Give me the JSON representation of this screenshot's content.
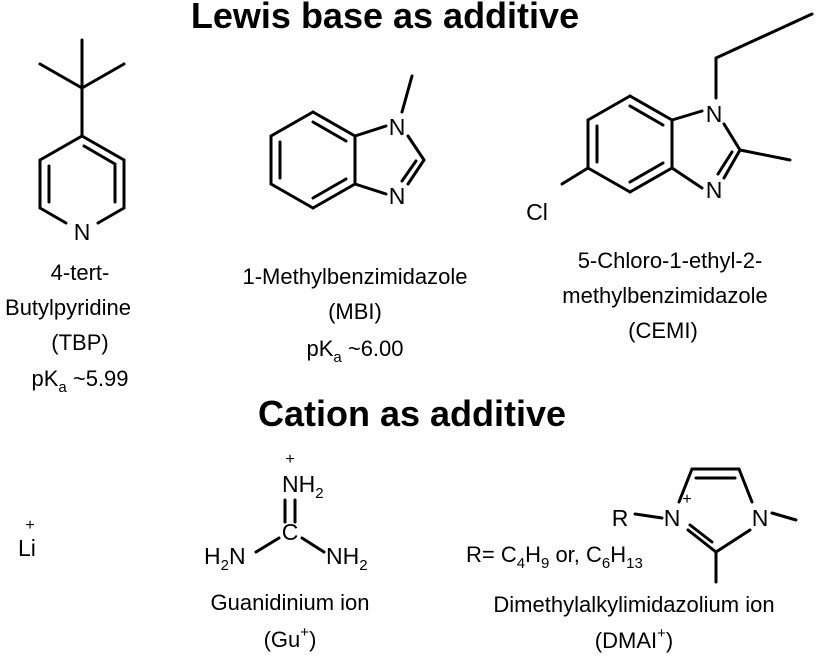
{
  "headings": {
    "lewis_base": "Lewis base as additive",
    "cation": "Cation as additive"
  },
  "molecules": {
    "tbp": {
      "n_atom": "N",
      "name_line1": "4-tert-",
      "name_line2": "Butylpyridine",
      "abbr": "(TBP)",
      "pka_prefix": "pK",
      "pka_sub": "a",
      "pka_value": " ~5.99"
    },
    "mbi": {
      "n1": "N",
      "n3": "N",
      "name_line1": "1-Methylbenzimidazole",
      "abbr": "(MBI)",
      "pka_prefix": "pK",
      "pka_sub": "a",
      "pka_value": " ~6.00"
    },
    "cemi": {
      "n1": "N",
      "n3": "N",
      "cl": "Cl",
      "name_line1": "5-Chloro-1-ethyl-2-",
      "name_line2": "methylbenzimidazole",
      "abbr": "(CEMI)"
    },
    "li": {
      "symbol": "Li",
      "charge": "+"
    },
    "guanidinium": {
      "nh2_top": "NH",
      "nh2_top_sub": "2",
      "plus": "+",
      "carbon": "C",
      "h2n_left_pre": "H",
      "h2n_left_sub": "2",
      "h2n_left_post": "N",
      "nh2_right": "NH",
      "nh2_right_sub": "2",
      "name": "Guanidinium ion",
      "abbr_pre": "(Gu",
      "abbr_sup": "+",
      "abbr_post": ")"
    },
    "dmai": {
      "r": "R",
      "n_left": "N",
      "plus": "+",
      "n_right": "N",
      "r_def_pre": "R= C",
      "r_def_sub1": "4",
      "r_def_mid1": "H",
      "r_def_sub2": "9",
      "r_def_mid2": " or, C",
      "r_def_sub3": "6",
      "r_def_mid3": "H",
      "r_def_sub4": "13",
      "name": "Dimethylalkylimidazolium ion",
      "abbr_pre": "(DMAI",
      "abbr_sup": "+",
      "abbr_post": ")"
    }
  }
}
